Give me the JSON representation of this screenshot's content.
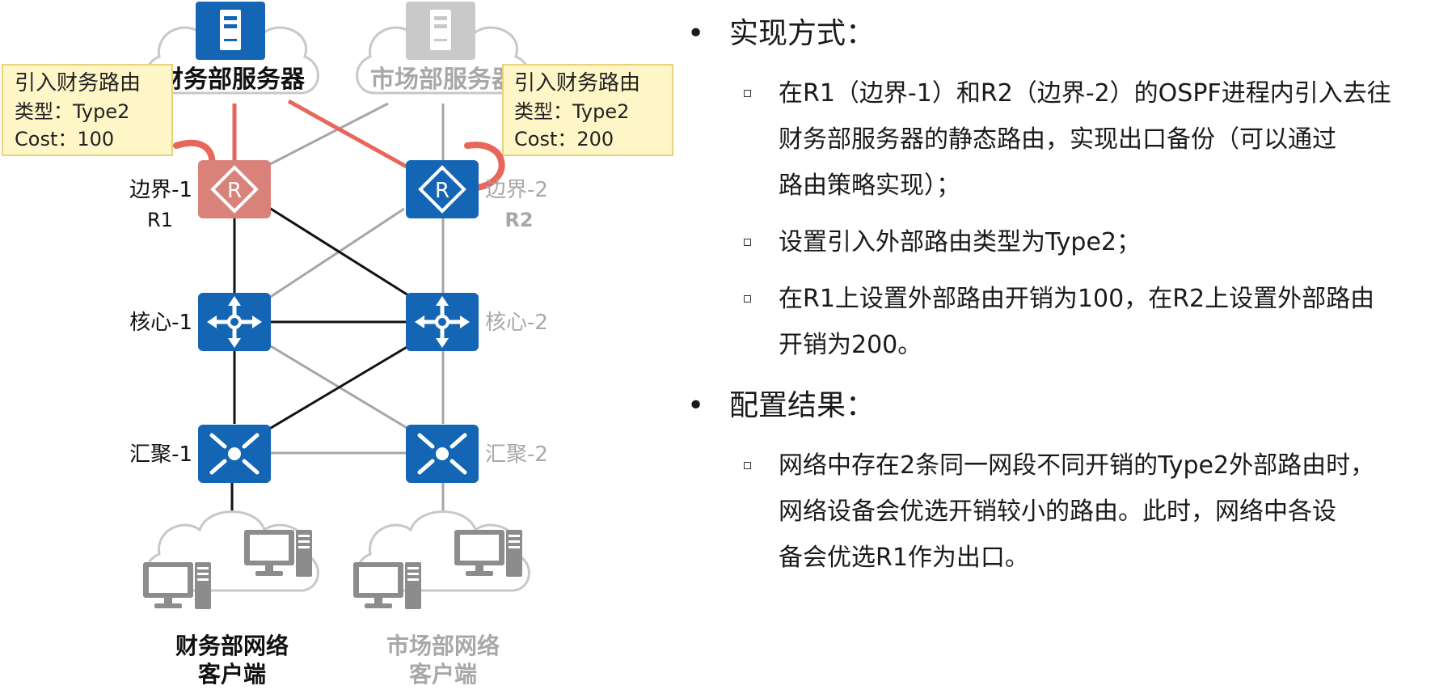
{
  "diagram": {
    "top_clouds": [
      {
        "label": "财务部服务器"
      },
      {
        "label": "市场部服务器"
      }
    ],
    "callouts": [
      {
        "line1": "引入财务路由",
        "line2": "类型：Type2",
        "line3": "Cost：100"
      },
      {
        "line1": "引入财务路由",
        "line2": "类型：Type2",
        "line3": "Cost：200"
      }
    ],
    "nodes": {
      "border1": {
        "name": "边界-1",
        "sub": "R1"
      },
      "border2": {
        "name": "边界-2",
        "sub": "R2"
      },
      "core1": {
        "name": "核心-1"
      },
      "core2": {
        "name": "核心-2"
      },
      "agg1": {
        "name": "汇聚-1"
      },
      "agg2": {
        "name": "汇聚-2"
      }
    },
    "router_glyph": "R",
    "bottom_clouds": [
      {
        "line1": "财务部网络",
        "line2": "客户端"
      },
      {
        "line1": "市场部网络",
        "line2": "客户端"
      }
    ],
    "colors": {
      "blue": "#1466b4",
      "highlight_router": "#d9827a",
      "red_link": "#e8665a",
      "gray": "#9a9a9a",
      "callout_fill": "#fff6c7",
      "callout_border": "#e8d27a"
    }
  },
  "content": {
    "bullet1": {
      "title": "实现方式：",
      "items": [
        [
          "在R1（边界-1）和R2（边界-2）的OSPF进程内引入去往",
          "财务部服务器的静态路由，实现出口备份（可以通过",
          "路由策略实现）；"
        ],
        [
          "设置引入外部路由类型为Type2；"
        ],
        [
          "在R1上设置外部路由开销为100，在R2上设置外部路由",
          "开销为200。"
        ]
      ]
    },
    "bullet2": {
      "title": "配置结果：",
      "items": [
        [
          "网络中存在2条同一网段不同开销的Type2外部路由时，",
          "网络设备会优选开销较小的路由。此时，网络中各设",
          "备会优选R1作为出口。"
        ]
      ]
    }
  }
}
